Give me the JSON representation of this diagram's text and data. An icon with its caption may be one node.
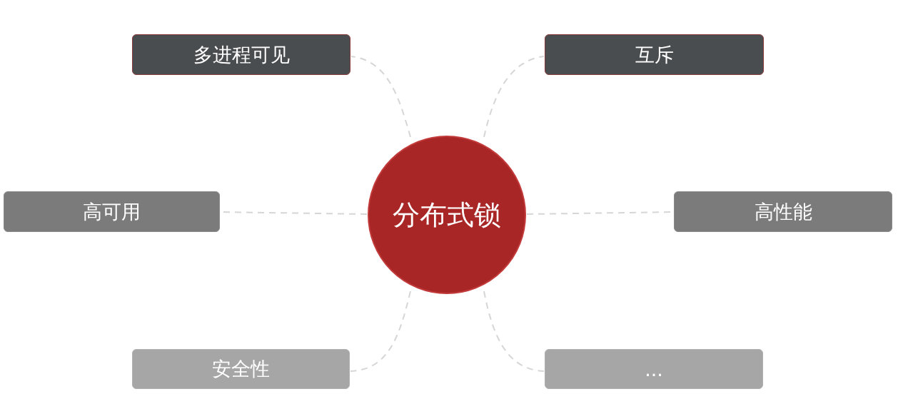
{
  "diagram": {
    "nodes": [
      {
        "text": [
          "分布式锁"
        ]
      },
      {
        "text": [
          "多进程可见"
        ]
      },
      {
        "text": [
          "互斥"
        ]
      },
      {
        "text": [
          "高可用"
        ]
      },
      {
        "text": [
          "高性能"
        ]
      },
      {
        "text": [
          "安全性"
        ]
      },
      {
        "text": [
          "..."
        ]
      }
    ],
    "edges": [
      {
        "from": 0,
        "to": 1,
        "arrow": "none"
      },
      {
        "from": 0,
        "to": 2,
        "arrow": "none"
      },
      {
        "from": 0,
        "to": 3,
        "arrow": "none"
      },
      {
        "from": 0,
        "to": 4,
        "arrow": "none"
      },
      {
        "from": 0,
        "to": 5,
        "arrow": "none"
      },
      {
        "from": 0,
        "to": 6,
        "arrow": "none"
      }
    ]
  }
}
